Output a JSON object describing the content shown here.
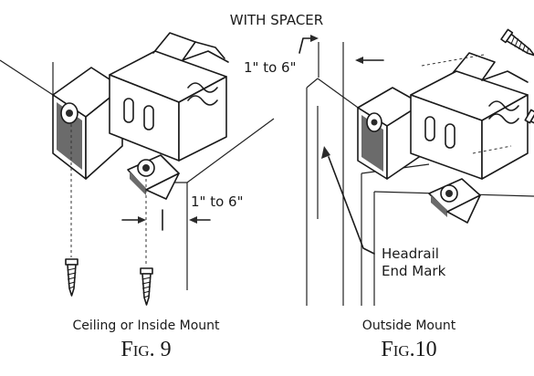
{
  "header": {
    "title": "WITH SPACER"
  },
  "fig9": {
    "dimension": "1\" to 6\"",
    "caption": "Ceiling or Inside Mount",
    "label": "Fig. 9"
  },
  "fig10": {
    "dimension": "1\" to 6\"",
    "callout_line1": "Headrail",
    "callout_line2": "End Mark",
    "caption": "Outside Mount",
    "label": "Fig.10"
  },
  "icons": [
    "mounting-bracket-icon",
    "spacer-block-icon",
    "screw-icon",
    "dimension-arrow-icon"
  ],
  "colors": {
    "line": "#1a1a1a",
    "shade": "#6b6b6b",
    "background": "#ffffff"
  }
}
